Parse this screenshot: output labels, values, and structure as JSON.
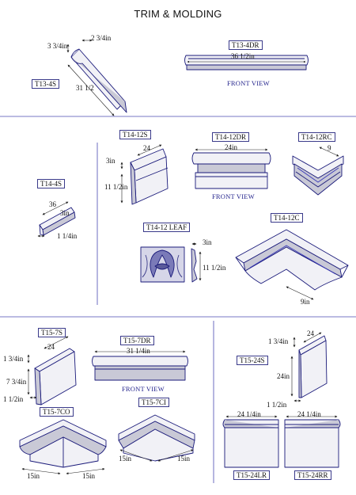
{
  "title": "TRIM & MOLDING",
  "colors": {
    "line": "#1a1a7a",
    "rule": "#4a4ab0",
    "fill": "#f1f1f6",
    "shade": "#c9c9d6"
  },
  "items": {
    "t13_4s": {
      "label": "T13-4S",
      "dims": [
        "3 3/4in",
        "2 3/4in",
        "31 1/2"
      ]
    },
    "t13_4dr": {
      "label": "T13-4DR",
      "dims": [
        "36 1/2in"
      ],
      "caption": "FRONT VIEW"
    },
    "t14_12s": {
      "label": "T14-12S",
      "dims": [
        "24",
        "3in",
        "11 1/2in"
      ]
    },
    "t14_12dr": {
      "label": "T14-12DR",
      "dims": [
        "24in"
      ],
      "caption": "FRONT VIEW"
    },
    "t14_12rc": {
      "label": "T14-12RC",
      "dims": [
        "9"
      ]
    },
    "t14_4s": {
      "label": "T14-4S",
      "dims": [
        "36",
        "3in",
        "1 1/4in"
      ]
    },
    "t14_12leaf": {
      "label": "T14-12 LEAF",
      "dims": [
        "3in",
        "11 1/2in"
      ]
    },
    "t14_12c": {
      "label": "T14-12C",
      "dims": [
        "9in"
      ]
    },
    "t15_7s": {
      "label": "T15-7S",
      "dims": [
        "24",
        "1 3/4in",
        "7 3/4in",
        "1 1/2in"
      ]
    },
    "t15_7dr": {
      "label": "T15-7DR",
      "dims": [
        "31 1/4in"
      ],
      "caption": "FRONT VIEW"
    },
    "t15_24s": {
      "label": "T15-24S",
      "dims": [
        "1 3/4in",
        "24",
        "24in",
        "1 1/2in"
      ]
    },
    "t15_7co": {
      "label": "T15-7CO",
      "dims": [
        "15in",
        "15in"
      ]
    },
    "t15_7ci": {
      "label": "T15-7CI",
      "dims": [
        "15in",
        "15in"
      ]
    },
    "t15_24lr": {
      "label": "T15-24LR",
      "dims": [
        "24 1/4in"
      ]
    },
    "t15_24rr": {
      "label": "T15-24RR",
      "dims": [
        "24 1/4in"
      ]
    }
  }
}
